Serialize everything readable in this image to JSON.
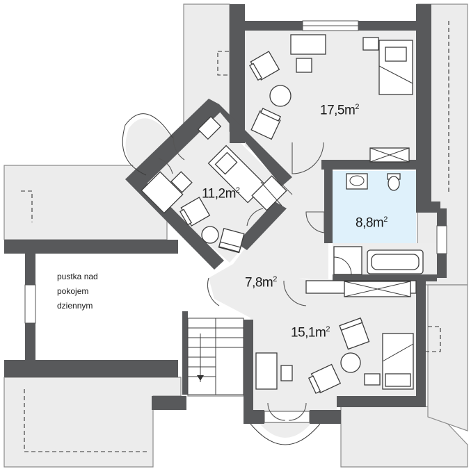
{
  "rooms": {
    "room_17": {
      "area": "17,5m",
      "sup": "2"
    },
    "room_11": {
      "area": "11,2m",
      "sup": "2"
    },
    "bathroom": {
      "area": "8,8m",
      "sup": "2"
    },
    "hall": {
      "area": "7,8m",
      "sup": "2"
    },
    "room_15": {
      "area": "15,1m",
      "sup": "2"
    }
  },
  "void_note": {
    "line1": "pustka nad",
    "line2": "pokojem",
    "line3": "dziennym"
  },
  "colors": {
    "wall": "#58595b",
    "floor": "#ededed",
    "bathroom": "#dff1fb",
    "roof": "#ececec"
  }
}
